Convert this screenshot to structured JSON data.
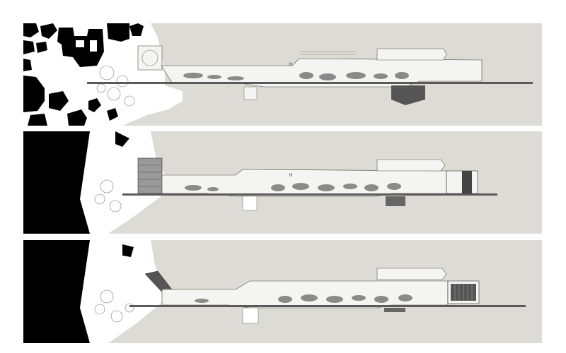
{
  "drawing": {
    "panels": [
      {
        "name": "plan-phase-1",
        "label": "H"
      },
      {
        "name": "plan-phase-2",
        "label": "H"
      },
      {
        "name": "plan-phase-3",
        "label": ""
      }
    ],
    "colors": {
      "water": "#dcdbd6",
      "land": "#ffffff",
      "buildings": "#000000",
      "pier": "#f4f4f2",
      "greenery": "#8a8a8a",
      "outline": "#444444"
    }
  }
}
